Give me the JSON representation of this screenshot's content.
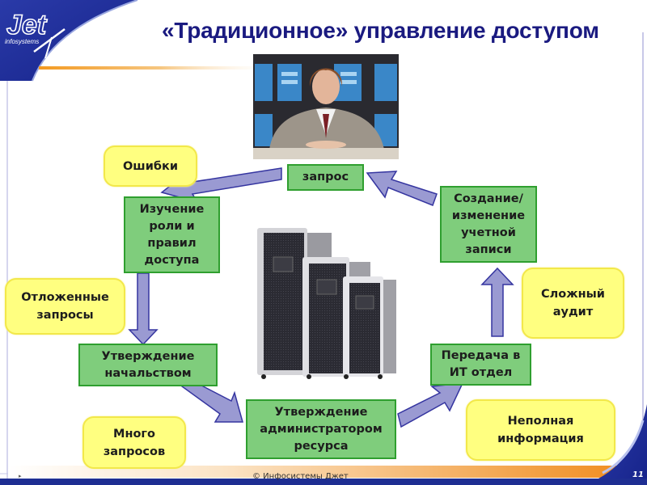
{
  "slide": {
    "title": "«Традиционное» управление доступом",
    "logo": {
      "text": "Jet",
      "subtext": "infosystems",
      "icon": "jet-plane-logo-icon"
    },
    "footer": {
      "copyright": "© Инфосистемы Джет",
      "page_number": "11",
      "nav_marker": "▸"
    },
    "colors": {
      "title": "#1a1a80",
      "process_box_fill": "#7fcd7c",
      "process_box_border": "#2f9f2f",
      "issue_box_fill": "#ffff80",
      "issue_box_border": "#f2e84a",
      "arrow_fill": "#9a9ad2",
      "arrow_border": "#3535a0",
      "brand_blue": "#1c2f9a",
      "accent_orange": "#f29a2e"
    }
  },
  "images": {
    "person_photo": "news-anchor-photo",
    "server_photo": "server-racks-photo"
  },
  "process_steps": [
    {
      "id": "request",
      "label": "запрос"
    },
    {
      "id": "study",
      "label": "Изучение\nроли и\nправил\nдоступа"
    },
    {
      "id": "manager_approval",
      "label": "Утверждение\nначальством"
    },
    {
      "id": "admin_approval",
      "label": "Утверждение\nадминистратором\nресурса"
    },
    {
      "id": "it_handoff",
      "label": "Передача в\nИТ отдел"
    },
    {
      "id": "account_change",
      "label": "Создание/\nизменение\nучетной\nзаписи"
    }
  ],
  "issues": [
    {
      "id": "errors",
      "label": "Ошибки"
    },
    {
      "id": "delayed",
      "label": "Отложенные\nзапросы"
    },
    {
      "id": "many",
      "label": "Много\nзапросов"
    },
    {
      "id": "incomplete",
      "label": "Неполная\nинформация"
    },
    {
      "id": "audit",
      "label": "Сложный\nаудит"
    }
  ],
  "flow": [
    [
      "request",
      "study"
    ],
    [
      "study",
      "manager_approval"
    ],
    [
      "manager_approval",
      "admin_approval"
    ],
    [
      "admin_approval",
      "it_handoff"
    ],
    [
      "it_handoff",
      "account_change"
    ],
    [
      "account_change",
      "request"
    ]
  ]
}
